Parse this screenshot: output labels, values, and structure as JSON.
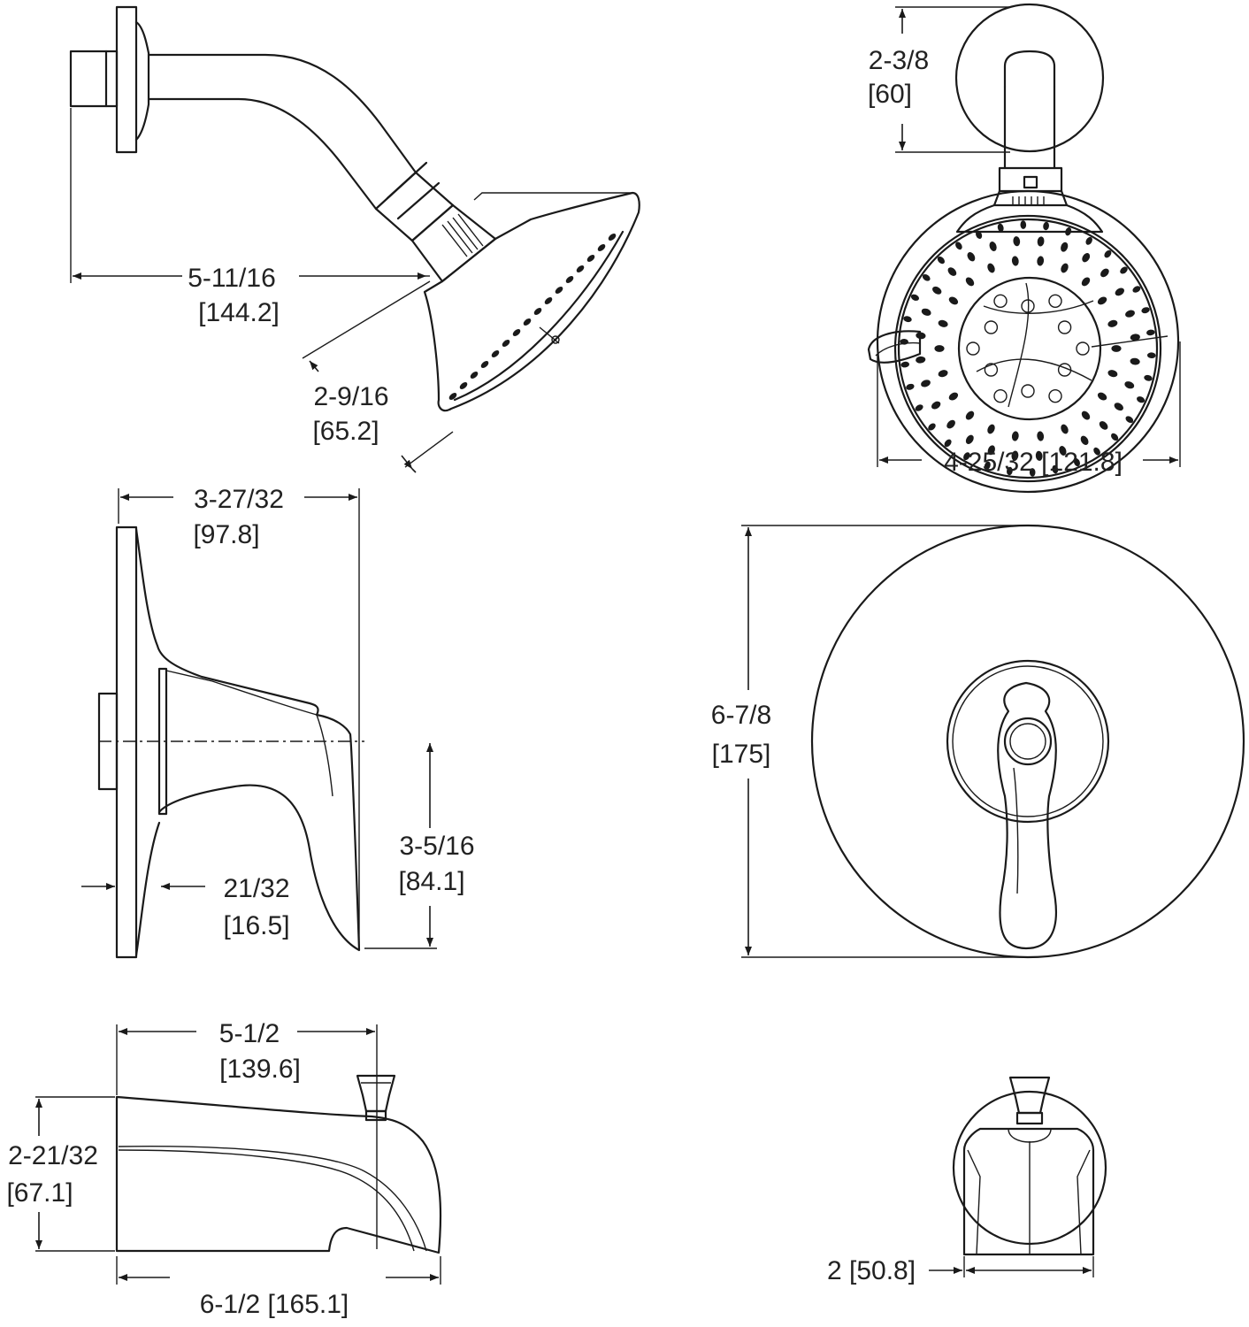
{
  "showerhead_side": {
    "reach": {
      "imperial": "5-11/16",
      "metric": "[144.2]"
    },
    "head_depth": {
      "imperial": "2-9/16",
      "metric": "[65.2]"
    }
  },
  "showerhead_front": {
    "arm_height": {
      "imperial": "2-3/8",
      "metric": "[60]"
    },
    "face_diameter": {
      "imperial": "4-25/32",
      "metric": "[121.8]"
    }
  },
  "valve_side": {
    "projection": {
      "imperial": "3-27/32",
      "metric": "[97.8]"
    },
    "lever_drop": {
      "imperial": "3-5/16",
      "metric": "[84.1]"
    },
    "escutcheon_depth": {
      "imperial": "21/32",
      "metric": "[16.5]"
    }
  },
  "valve_front": {
    "escutcheon_diameter": {
      "imperial": "6-7/8",
      "metric": "[175]"
    }
  },
  "tub_spout_side": {
    "diverter_reach": {
      "imperial": "5-1/2",
      "metric": "[139.6]"
    },
    "height": {
      "imperial": "2-21/32",
      "metric": "[67.1]"
    },
    "overall_length": {
      "imperial": "6-1/2",
      "metric": "[165.1]"
    }
  },
  "tub_spout_front": {
    "width": {
      "imperial": "2",
      "metric": "[50.8]"
    }
  },
  "colors": {
    "line": "#1a1a1a",
    "text": "#222222",
    "background": "#ffffff"
  }
}
